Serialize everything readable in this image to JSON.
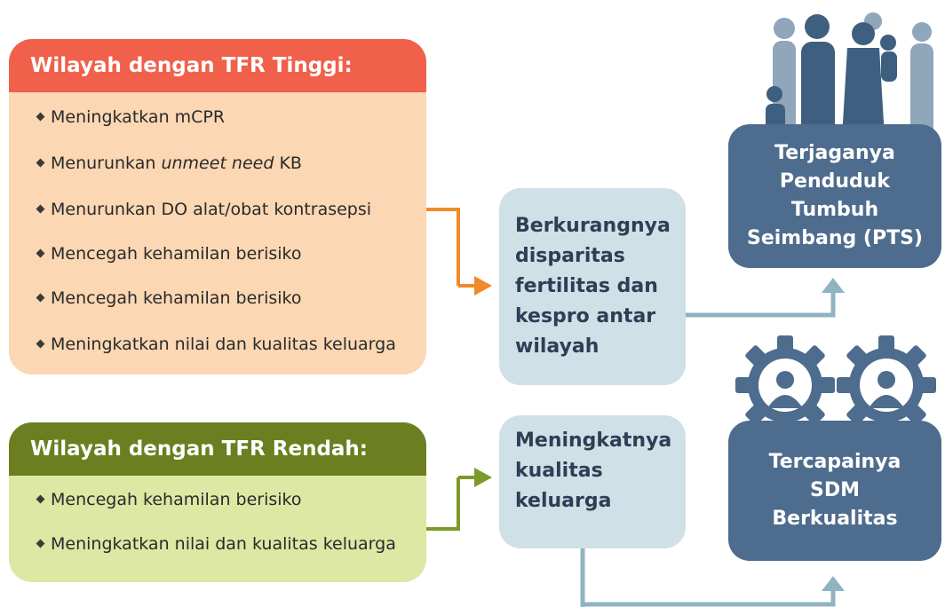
{
  "high_tfr": {
    "title": "Wilayah dengan TFR Tinggi:",
    "items": [
      {
        "pre": "Meningkatkan mCPR",
        "em": "",
        "post": ""
      },
      {
        "pre": "Menurunkan ",
        "em": "unmeet need",
        "post": " KB"
      },
      {
        "pre": "Menurunkan DO alat/obat kontrasepsi",
        "em": "",
        "post": ""
      },
      {
        "pre": "Mencegah kehamilan berisiko",
        "em": "",
        "post": ""
      },
      {
        "pre": "Mencegah kehamilan berisiko",
        "em": "",
        "post": ""
      },
      {
        "pre": "Meningkatkan nilai dan kualitas keluarga",
        "em": "",
        "post": ""
      }
    ],
    "colors": {
      "header": "#f0604a",
      "body": "#fbd7b3",
      "arrow": "#f08a2a"
    }
  },
  "low_tfr": {
    "title": "Wilayah dengan TFR Rendah:",
    "items": [
      {
        "pre": "Mencegah kehamilan berisiko",
        "em": "",
        "post": ""
      },
      {
        "pre": "Meningkatkan nilai dan kualitas keluarga",
        "em": "",
        "post": ""
      }
    ],
    "colors": {
      "header": "#6b7f20",
      "body": "#dce8a4",
      "arrow": "#7b9a2a"
    }
  },
  "middle": {
    "disparity": [
      "Berkurangnya",
      "disparitas",
      "fertilitas dan",
      "kespro antar",
      "wilayah"
    ],
    "family": [
      "Meningkatnya",
      "kualitas",
      "keluarga"
    ]
  },
  "outcomes": {
    "pts": [
      "Terjaganya",
      "Penduduk",
      "Tumbuh",
      "Seimbang (PTS)"
    ],
    "sdm": [
      "Tercapainya",
      "SDM",
      "Berkualitas"
    ]
  },
  "icons": [
    "family-silhouette-icon",
    "gear-person-icon"
  ],
  "palette": {
    "connector": "#8fb3c2",
    "outcome": "#4e6c8d",
    "middle": "#cfe0e7"
  }
}
